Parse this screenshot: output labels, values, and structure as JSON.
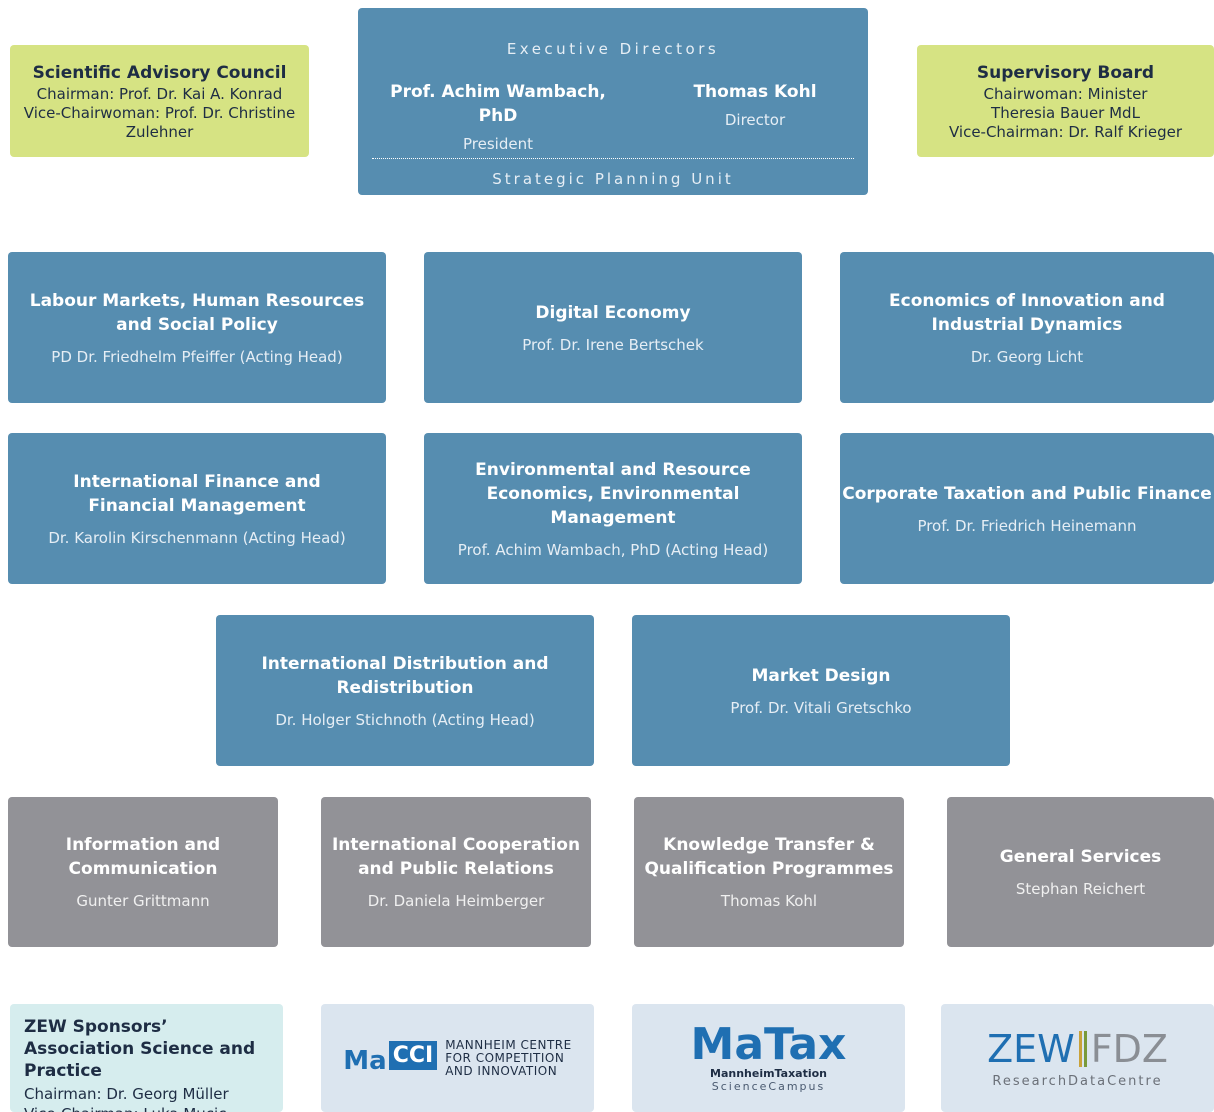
{
  "advisory": {
    "title": "Scientific Advisory Council",
    "lines": [
      "Chairman: Prof. Dr. Kai A. Konrad",
      "Vice-Chairwoman: Prof. Dr. Christine",
      "Zulehner"
    ]
  },
  "executive": {
    "heading": "Executive Directors",
    "president_name": "Prof. Achim Wambach, PhD",
    "president_role": "President",
    "director_name": "Thomas Kohl",
    "director_role": "Director",
    "unit": "Strategic Planning Unit"
  },
  "supervisory": {
    "title": "Supervisory Board",
    "lines": [
      "Chairwoman: Minister",
      "Theresia Bauer MdL",
      "Vice-Chairman: Dr. Ralf Krieger"
    ]
  },
  "departments": [
    {
      "title": "Labour Markets, Human Resources and Social Policy",
      "head": "PD Dr. Friedhelm Pfeiffer (Acting Head)"
    },
    {
      "title": "Digital Economy",
      "head": "Prof. Dr. Irene Bertschek"
    },
    {
      "title": "Economics of Innovation and Industrial Dynamics",
      "head": "Dr. Georg Licht"
    },
    {
      "title": "International Finance and Financial Management",
      "head": "Dr. Karolin Kirschenmann (Acting Head)"
    },
    {
      "title": "Environmental and Resource Economics, Environmental Management",
      "head": "Prof. Achim Wambach, PhD (Acting Head)"
    },
    {
      "title": "Corporate Taxation and Public Finance",
      "head": "Prof. Dr. Friedrich Heinemann"
    },
    {
      "title": "International Distribution and Redistribution",
      "head": "Dr. Holger Stichnoth (Acting Head)"
    },
    {
      "title": "Market Design",
      "head": "Prof. Dr. Vitali Gretschko"
    }
  ],
  "services": [
    {
      "title": "Information and Communication",
      "head": "Gunter Grittmann"
    },
    {
      "title": "International Cooperation and Public Relations",
      "head": "Dr. Daniela Heimberger"
    },
    {
      "title": "Knowledge Transfer & Qualification Programmes",
      "head": "Thomas Kohl"
    },
    {
      "title": "General Services",
      "head": "Stephan Reichert"
    }
  ],
  "sponsors": {
    "title": "ZEW Sponsors’ Association Science and Practice",
    "lines": [
      "Chairman: Dr. Georg Müller",
      "Vice-Chairman: Luka Mucic"
    ]
  },
  "logos": {
    "maccci_a": "Ma",
    "maccci_b": "CCI",
    "maccci_text": [
      "MANNHEIM CENTRE",
      "FOR COMPETITION",
      "AND INNOVATION"
    ],
    "matax": "MaTax",
    "matax_sub1": "MannheimTaxation",
    "matax_sub2": "ScienceCampus",
    "zew_a": "ZEW",
    "zew_b": "FDZ",
    "zew_sub": "ResearchDataCentre"
  },
  "colors": {
    "department_blue": "#568db0",
    "service_gray": "#929297",
    "board_green": "#d6e383",
    "logo_blue": "#1f6fb2"
  }
}
